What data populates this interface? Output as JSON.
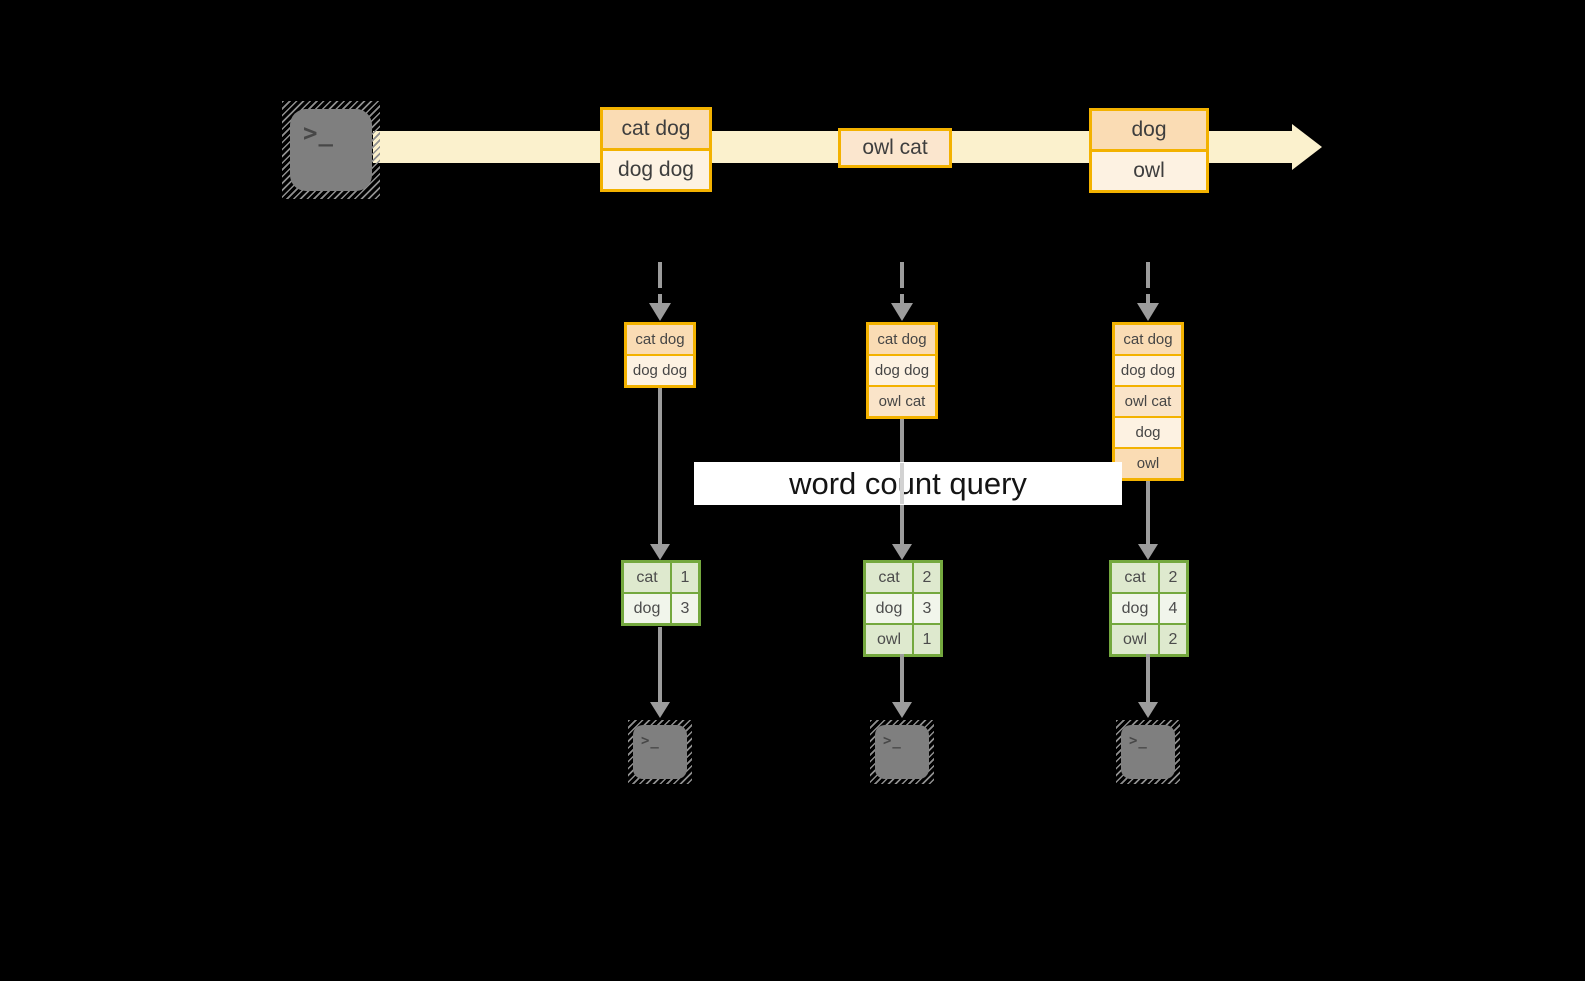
{
  "palette": {
    "stream_band": "#FBF1CD",
    "message_border": "#F3B200",
    "row_peach": "#FADCB4",
    "row_cream": "#FDF2E2",
    "table_border_green": "#74A83E",
    "cell_light_green": "#DEE9CE",
    "cell_off_white": "#F1F5EB",
    "arrow_gray": "#9C9C9C",
    "terminal_gray": "#7F7F7F",
    "query_background": "#FFFFFF"
  },
  "terminal_glyph": ">_",
  "stream": {
    "messages": [
      {
        "rows": [
          "cat dog",
          "dog dog"
        ]
      },
      {
        "rows": [
          "owl cat"
        ]
      },
      {
        "rows": [
          "dog",
          "owl"
        ]
      }
    ]
  },
  "query": {
    "label": "word count query"
  },
  "columns": [
    {
      "buffer": [
        "cat dog",
        "dog dog"
      ],
      "counts": [
        {
          "word": "cat",
          "count": "1"
        },
        {
          "word": "dog",
          "count": "3"
        }
      ]
    },
    {
      "buffer": [
        "cat dog",
        "dog dog",
        "owl cat"
      ],
      "counts": [
        {
          "word": "cat",
          "count": "2"
        },
        {
          "word": "dog",
          "count": "3"
        },
        {
          "word": "owl",
          "count": "1"
        }
      ]
    },
    {
      "buffer": [
        "cat dog",
        "dog dog",
        "owl cat",
        "dog",
        "owl"
      ],
      "counts": [
        {
          "word": "cat",
          "count": "2"
        },
        {
          "word": "dog",
          "count": "4"
        },
        {
          "word": "owl",
          "count": "2"
        }
      ]
    }
  ]
}
